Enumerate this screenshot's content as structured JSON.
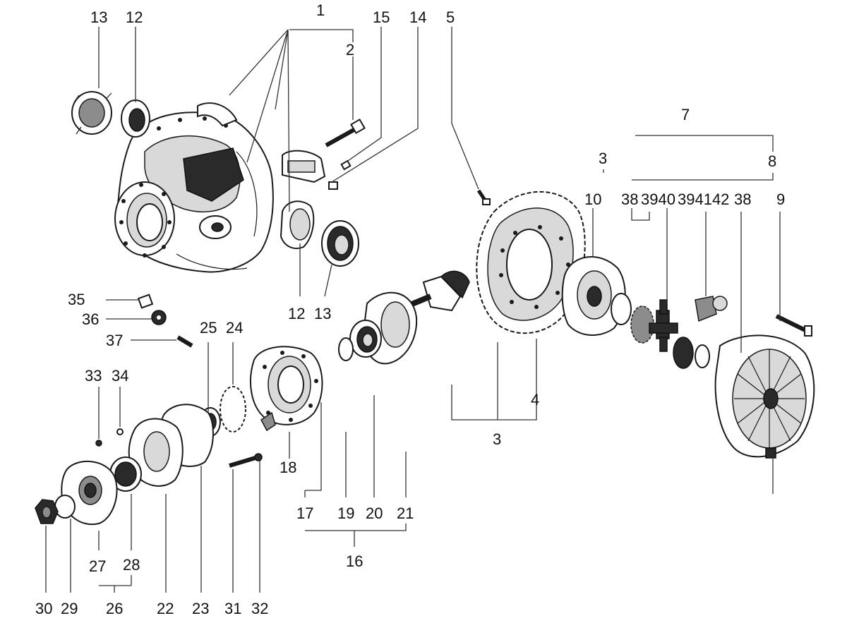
{
  "labels": [
    {
      "id": "l13a",
      "text": "13"
    },
    {
      "id": "l12a",
      "text": "12"
    },
    {
      "id": "l1",
      "text": "1"
    },
    {
      "id": "l2",
      "text": "2"
    },
    {
      "id": "l15",
      "text": "15"
    },
    {
      "id": "l14",
      "text": "14"
    },
    {
      "id": "l5",
      "text": "5"
    },
    {
      "id": "l7",
      "text": "7"
    },
    {
      "id": "l3a",
      "text": "3"
    },
    {
      "id": "l8",
      "text": "8"
    },
    {
      "id": "l10",
      "text": "10"
    },
    {
      "id": "l38a",
      "text": "38"
    },
    {
      "id": "l3940a",
      "text": "3940"
    },
    {
      "id": "l394142",
      "text": "394142"
    },
    {
      "id": "l38b",
      "text": "38"
    },
    {
      "id": "l9",
      "text": "9"
    },
    {
      "id": "l35",
      "text": "35"
    },
    {
      "id": "l36",
      "text": "36"
    },
    {
      "id": "l37",
      "text": "37"
    },
    {
      "id": "l12b",
      "text": "12"
    },
    {
      "id": "l13b",
      "text": "13"
    },
    {
      "id": "l25",
      "text": "25"
    },
    {
      "id": "l24",
      "text": "24"
    },
    {
      "id": "l33",
      "text": "33"
    },
    {
      "id": "l34",
      "text": "34"
    },
    {
      "id": "l3b",
      "text": "3"
    },
    {
      "id": "l4",
      "text": "4"
    },
    {
      "id": "l18",
      "text": "18"
    },
    {
      "id": "l17",
      "text": "17"
    },
    {
      "id": "l19",
      "text": "19"
    },
    {
      "id": "l20",
      "text": "20"
    },
    {
      "id": "l21",
      "text": "21"
    },
    {
      "id": "l16",
      "text": "16"
    },
    {
      "id": "l27",
      "text": "27"
    },
    {
      "id": "l28",
      "text": "28"
    },
    {
      "id": "l30",
      "text": "30"
    },
    {
      "id": "l29",
      "text": "29"
    },
    {
      "id": "l26",
      "text": "26"
    },
    {
      "id": "l22",
      "text": "22"
    },
    {
      "id": "l23",
      "text": "23"
    },
    {
      "id": "l31",
      "text": "31"
    },
    {
      "id": "l32",
      "text": "32"
    }
  ]
}
